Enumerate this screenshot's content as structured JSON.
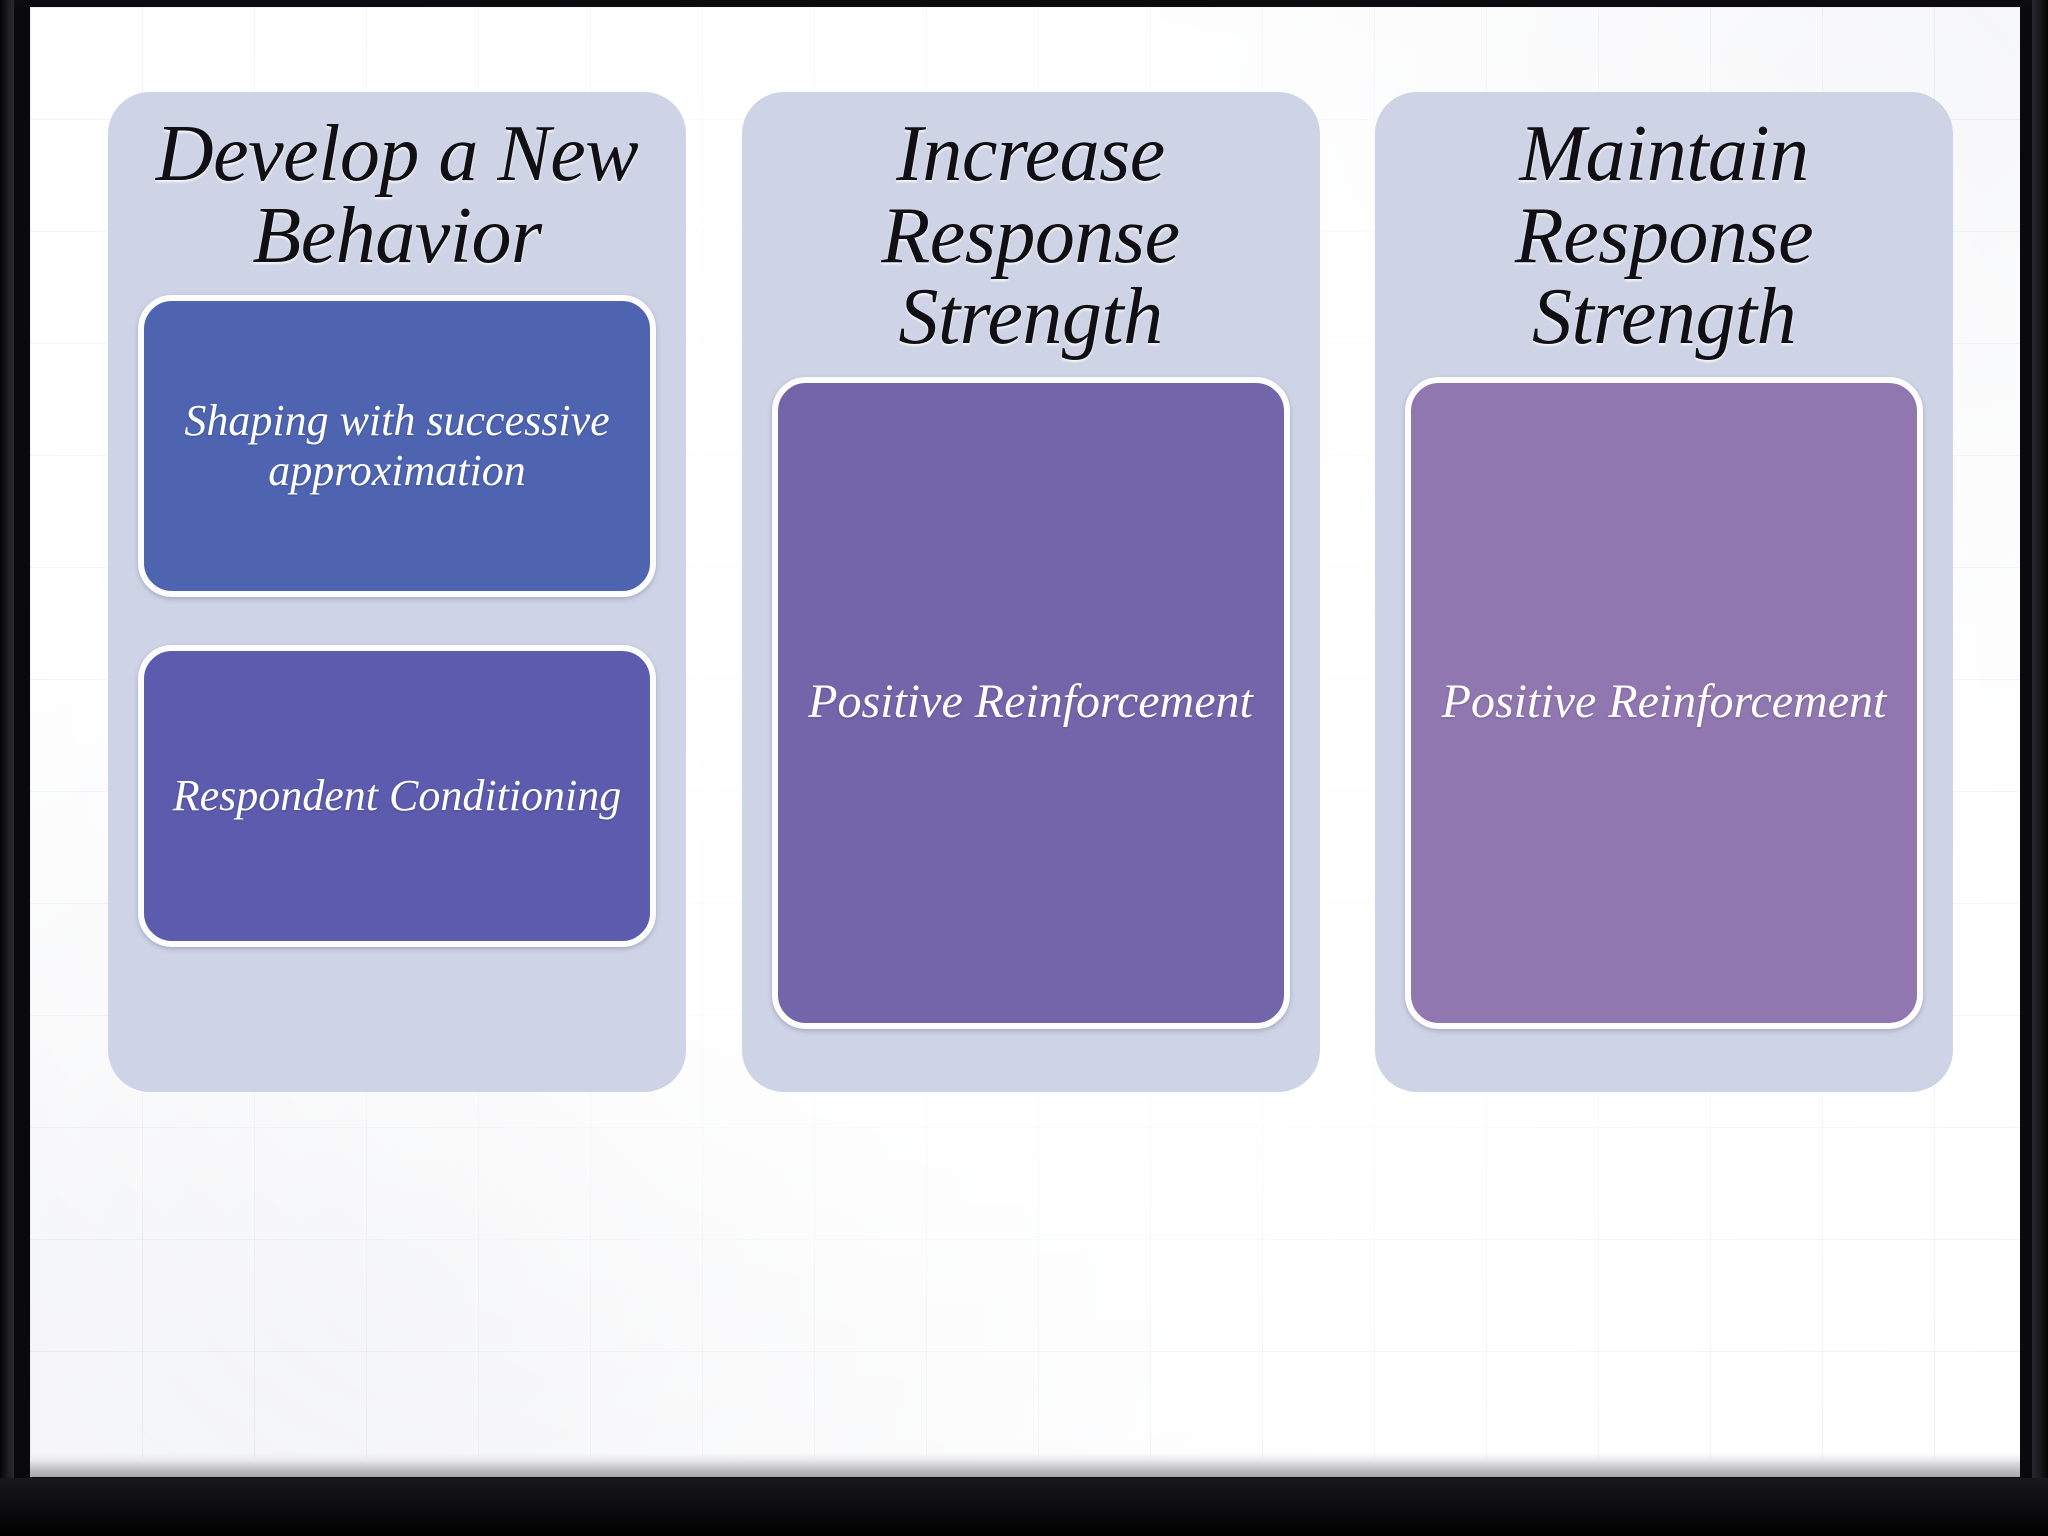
{
  "slide": {
    "background_color": "#ffffff",
    "frame_color": "#0a0a0c",
    "panel_color": "#ced3e5"
  },
  "columns": [
    {
      "id": "develop-new-behavior",
      "title": "Develop a New Behavior",
      "boxes": [
        {
          "label": "Shaping with successive approximation",
          "color": "#4e64b1"
        },
        {
          "label": "Respondent Conditioning",
          "color": "#5c5bae"
        }
      ]
    },
    {
      "id": "increase-response-strength",
      "title": "Increase Response Strength",
      "boxes": [
        {
          "label": "Positive Reinforcement",
          "color": "#7365aa"
        }
      ]
    },
    {
      "id": "maintain-response-strength",
      "title": "Maintain Response Strength",
      "boxes": [
        {
          "label": "Positive Reinforcement",
          "color": "#9077b0"
        }
      ]
    }
  ]
}
